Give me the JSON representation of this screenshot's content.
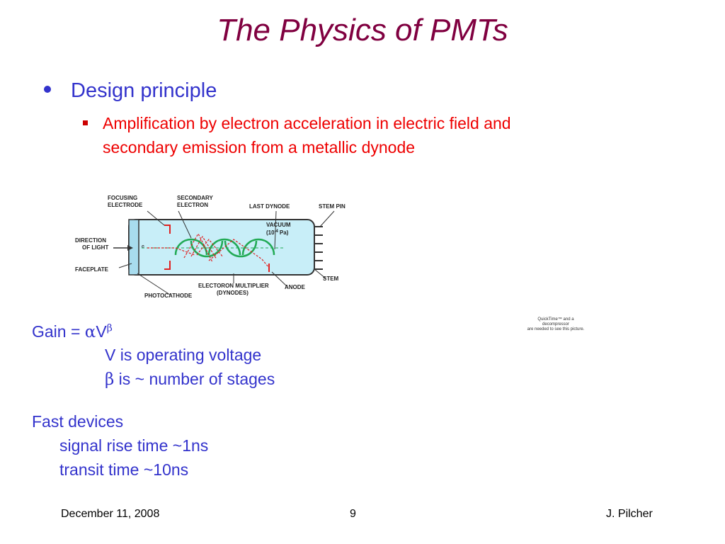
{
  "slide": {
    "title": "The Physics of PMTs",
    "bullet1": "Design principle",
    "bullet2_line1": "Amplification by electron acceleration in electric field and",
    "bullet2_line2": "secondary emission from a metallic dynode"
  },
  "diagram": {
    "focusing_electrode_1": "FOCUSING",
    "focusing_electrode_2": "ELECTRODE",
    "secondary_electron_1": "SECONDARY",
    "secondary_electron_2": "ELECTRON",
    "last_dynode": "LAST DYNODE",
    "stem_pin": "STEM PIN",
    "vacuum": "VACUUM",
    "vacuum_pressure": "(10",
    "vacuum_exponent": "-4",
    "vacuum_unit": "Pa)",
    "direction_of_light_1": "DIRECTION",
    "direction_of_light_2": "OF LIGHT",
    "faceplate": "FACEPLATE",
    "electron_label": "e",
    "stem": "STEM",
    "electron_multiplier_1": "ELECTORON MULTIPLIER",
    "electron_multiplier_2": "(DYNODES)",
    "anode": "ANODE",
    "photocathode": "PHOTOCATHODE",
    "colors": {
      "tube_fill": "#c8eef8",
      "dynode": "#22aa55",
      "electron": "#e02020"
    }
  },
  "gain": {
    "formula_prefix": "Gain = ",
    "alpha": "α",
    "v": "V",
    "beta_sup": "β",
    "line_v": "V is operating voltage",
    "beta": "β",
    "line_beta": " is ~ number of stages"
  },
  "quicktime": {
    "line1": "QuickTime™ and a",
    "line2": "decompressor",
    "line3": "are needed to see this picture."
  },
  "fast": {
    "heading": "Fast devices",
    "rise": "signal rise time ~1ns",
    "transit": "transit time ~10ns"
  },
  "footer": {
    "date": "December 11, 2008",
    "page": "9",
    "author": "J. Pilcher"
  }
}
